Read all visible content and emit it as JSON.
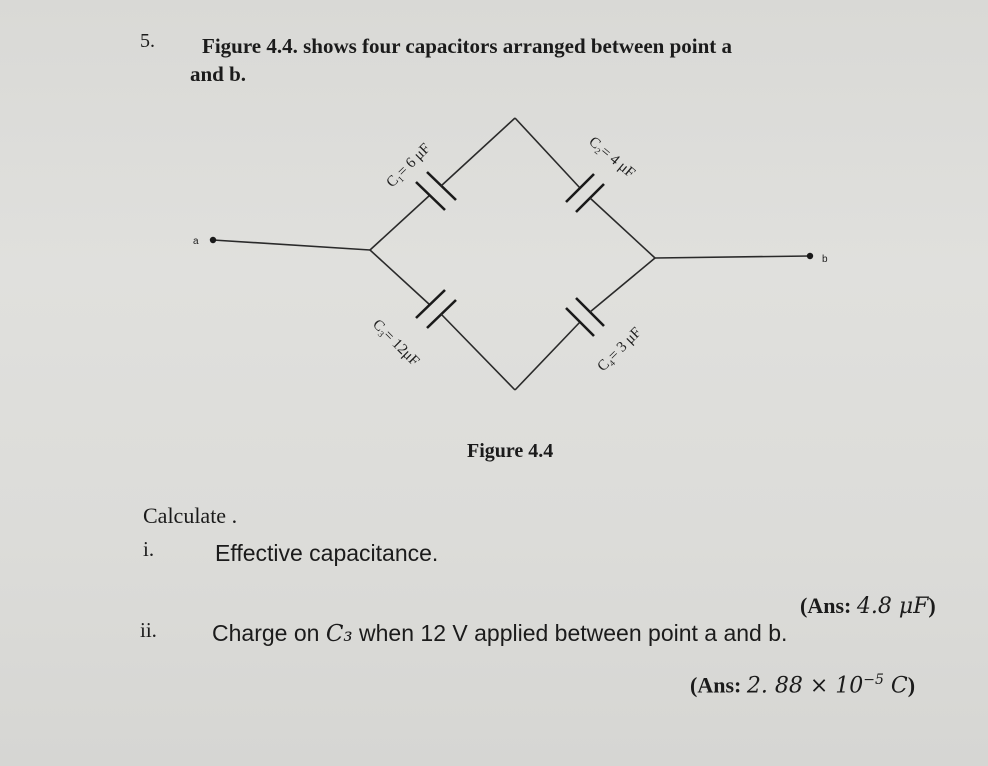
{
  "question": {
    "number": "5.",
    "intro_line1": "Figure 4.4. shows four capacitors arranged between point a",
    "intro_line2": "and b."
  },
  "figure": {
    "caption": "Figure 4.4",
    "node_a": "a",
    "node_b": "b",
    "c1_label": "C₁= 6 μF",
    "c2_label": "C₂= 4 μF",
    "c3_label": "C₃= 12μF",
    "c4_label": "C₄= 3 μF"
  },
  "tasks": {
    "heading": "Calculate .",
    "part1_num": "i.",
    "part1_text": "Effective capacitance.",
    "part1_ans_prefix": "(Ans: ",
    "part1_ans_value": "4.8 μF",
    "part1_ans_suffix": ")",
    "part2_num": "ii.",
    "part2_text_a": "Charge on ",
    "part2_text_var": "C₃",
    "part2_text_b": " when 12 V applied between point a and b.",
    "part2_ans_prefix": "(Ans: ",
    "part2_ans_value": "2. 88 × 10",
    "part2_ans_exp": "−5",
    "part2_ans_unit": " C",
    "part2_ans_suffix": ")"
  }
}
